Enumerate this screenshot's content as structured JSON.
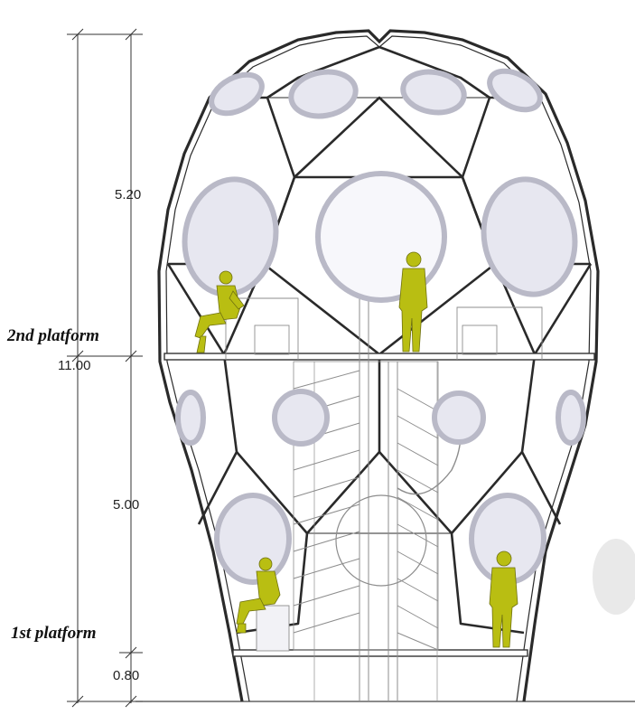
{
  "labels": {
    "platform_upper": "2nd platform",
    "platform_lower": "1st platform",
    "dim_total": "11.00",
    "dim_upper": "5.20",
    "dim_middle": "5.00",
    "dim_base": "0.80"
  },
  "colors": {
    "frame": "#2a2a2a",
    "window_ring": "#c9c9d4",
    "window_fill": "#e7e7f0",
    "figure": "#b9be12",
    "figure_stroke": "#6f7110",
    "structure": "#9a9a9a"
  },
  "icons": [
    "seated-person-figure",
    "standing-person-figure"
  ]
}
